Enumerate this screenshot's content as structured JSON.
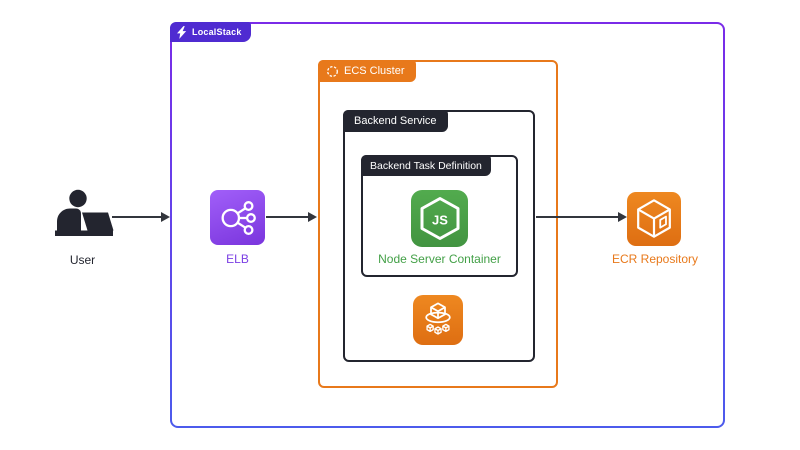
{
  "diagram": {
    "localstack": {
      "label": "LocalStack"
    },
    "ecs_cluster": {
      "label": "ECS Cluster"
    },
    "backend_service": {
      "label": "Backend Service"
    },
    "backend_task_definition": {
      "label": "Backend Task Definition"
    },
    "user": {
      "label": "User"
    },
    "elb": {
      "label": "ELB"
    },
    "node_server_container": {
      "label": "Node Server Container"
    },
    "ecr_repository": {
      "label": "ECR Repository"
    }
  },
  "colors": {
    "localstack_tab_purple": "#4F2BD1",
    "localstack_border_top": "#7A2BE8",
    "localstack_border_bottom": "#4C5BEC",
    "aws_orange": "#E8791B",
    "dark_label": "#23252F",
    "node_green": "#43A047",
    "elb_purple": "#7B3FE4",
    "arrow_dark": "#33363D",
    "background": "#FFFFFF"
  }
}
